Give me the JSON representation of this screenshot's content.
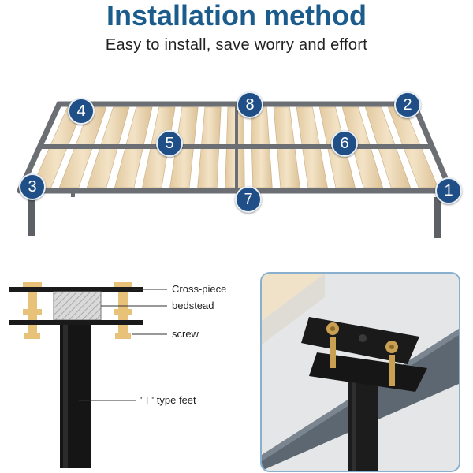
{
  "header": {
    "title": "Installation method",
    "subtitle": "Easy to install, save worry and effort"
  },
  "bed_frame": {
    "points": [
      "1",
      "2",
      "3",
      "4",
      "5",
      "6",
      "7",
      "8"
    ]
  },
  "diagram": {
    "labels": {
      "cross_piece": "Cross-piece",
      "bedstead": "bedstead",
      "screw": "screw",
      "feet": "\"T\" type feet"
    }
  },
  "colors": {
    "title": "#1b5c8c",
    "badge": "#1f4f86",
    "frame": "#6b6f73",
    "slat": "#ecd9b6",
    "bolt": "#e9c27a",
    "photo_border": "#8ab0cf"
  }
}
